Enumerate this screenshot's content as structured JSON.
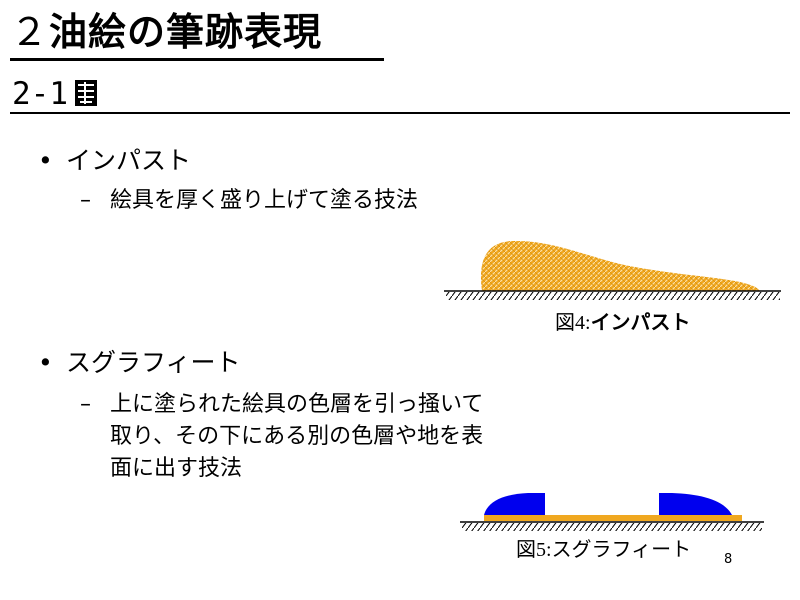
{
  "title": {
    "number": "２",
    "text": "油絵の筆跡表現"
  },
  "subtitle": {
    "number": "2-1"
  },
  "bullets": [
    {
      "label": "インパスト",
      "description": "絵具を厚く盛り上げて塗る技法"
    },
    {
      "label": "スグラフィート",
      "description_lines": [
        "上に塗られた絵具の色層を引っ掻いて",
        "取り、その下にある別の色層や地を表",
        "面に出す技法"
      ]
    }
  ],
  "figures": {
    "fig4": {
      "prefix": "図4:",
      "label": "インパスト",
      "paint_color": "#f0a820"
    },
    "fig5": {
      "prefix": "図5:",
      "label": "スグラフィート",
      "paint_color": "#0000ee",
      "ground_color": "#f0a820"
    }
  },
  "page_number": "8"
}
